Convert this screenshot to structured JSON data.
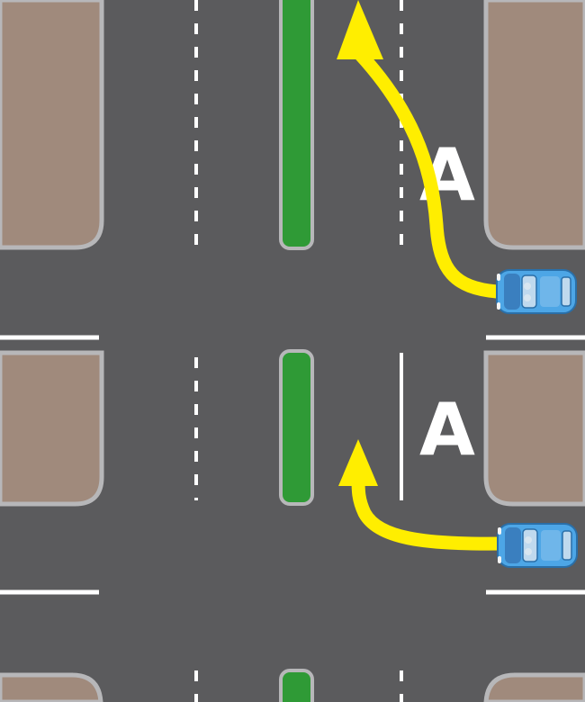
{
  "diagram": {
    "colors": {
      "road": "#5b5b5d",
      "sidewalk": "#a08a7c",
      "curb": "#b7b7b9",
      "median": "#2f9a36",
      "markings": "#ffffff",
      "arrow": "#ffee00",
      "car_body": "#4da6e6"
    },
    "panels": [
      {
        "lane_label": "A",
        "turn": "right-turn-then-straight",
        "lane_divider": "dashed"
      },
      {
        "lane_label": "A",
        "turn": "right-turn-short",
        "lane_divider": "solid"
      }
    ]
  }
}
